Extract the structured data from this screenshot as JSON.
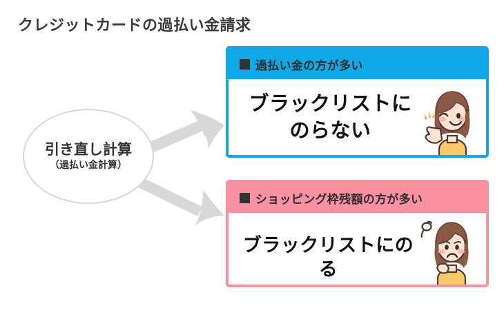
{
  "page": {
    "title": "クレジットカードの過払い金請求",
    "background_color": "#ffffff"
  },
  "source_node": {
    "name": "引き直し計算",
    "main_label": "引き直し計算",
    "sub_label": "（過払い金計算）",
    "border_color": "#d7d7d7",
    "fill_color": "#ffffff"
  },
  "arrows": [
    {
      "id": "arrow-to-positive",
      "from": "引き直し計算",
      "to": "過払い金の方が多い",
      "color": "#d8d8d8",
      "direction": "up-right"
    },
    {
      "id": "arrow-to-negative",
      "from": "引き直し計算",
      "to": "ショッピング枠残額の方が多い",
      "color": "#d8d8d8",
      "direction": "down-right"
    }
  ],
  "outcomes": [
    {
      "id": "positive",
      "header_marker": "■",
      "header_text": "過払い金の方が多い",
      "body_line1": "ブラックリストに",
      "body_line2": "のらない",
      "accent_color": "#10a9e8",
      "body_color": "#ffffff",
      "character": "happy-waving-woman"
    },
    {
      "id": "negative",
      "header_marker": "■",
      "header_text": "ショッピング枠残額の方が多い",
      "body_line1": "ブラックリストにのる",
      "body_line2": "",
      "accent_color": "#fb90a1",
      "body_color": "#ffffff",
      "character": "sad-worried-woman"
    }
  ]
}
